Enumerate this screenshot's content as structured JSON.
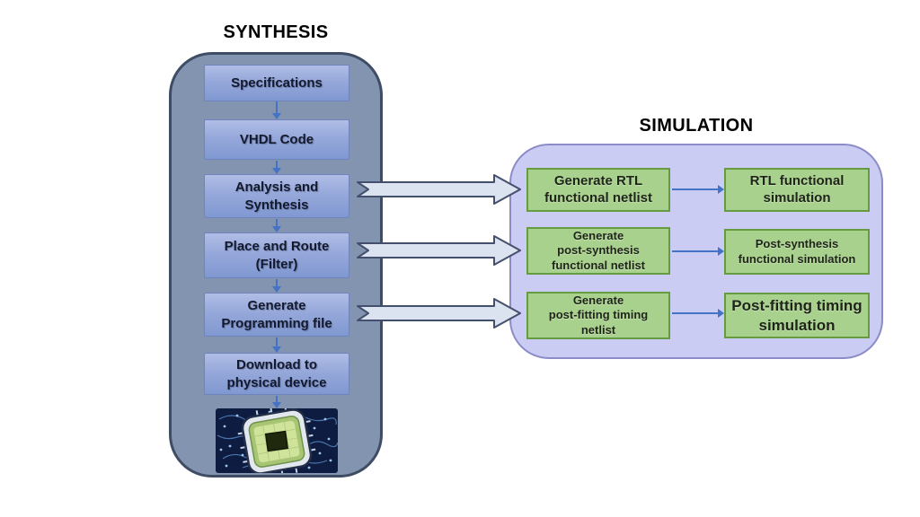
{
  "titles": {
    "synthesis": "SYNTHESIS",
    "simulation": "SIMULATION"
  },
  "synthesis": {
    "steps": [
      {
        "label": "Specifications"
      },
      {
        "label": "VHDL Code"
      },
      {
        "label": "Analysis and\nSynthesis"
      },
      {
        "label": "Place and Route\n(Filter)"
      },
      {
        "label": "Generate\nProgramming file"
      },
      {
        "label": "Download to\nphysical device"
      }
    ]
  },
  "simulation": {
    "rows": [
      {
        "netlist": "Generate RTL\nfunctional netlist",
        "sim": "RTL functional\nsimulation"
      },
      {
        "netlist": "Generate\npost-synthesis\nfunctional netlist",
        "sim": "Post-synthesis\nfunctional simulation"
      },
      {
        "netlist": "Generate\npost-fitting timing\nnetlist",
        "sim": "Post-fitting timing\nsimulation"
      }
    ]
  },
  "icons": {
    "chip": "microchip-on-circuit-board",
    "flow_arrow": "right-block-arrow",
    "step_connector": "down-arrow",
    "row_connector": "right-arrow"
  },
  "colors": {
    "synthesis_panel": "#8294b0",
    "synthesis_panel_border": "#3e4c64",
    "step_box_top": "#b0bde6",
    "step_box_bottom": "#8098d1",
    "step_box_border": "#6f84bd",
    "simulation_panel": "#cbccf3",
    "simulation_panel_border": "#8b8cc7",
    "task_box": "#a9d18e",
    "task_box_border": "#669b41",
    "flow_arrow_fill": "#dbe3f1",
    "flow_arrow_border": "#44506b",
    "connector_arrow": "#4472c4",
    "title_text": "#000000"
  }
}
